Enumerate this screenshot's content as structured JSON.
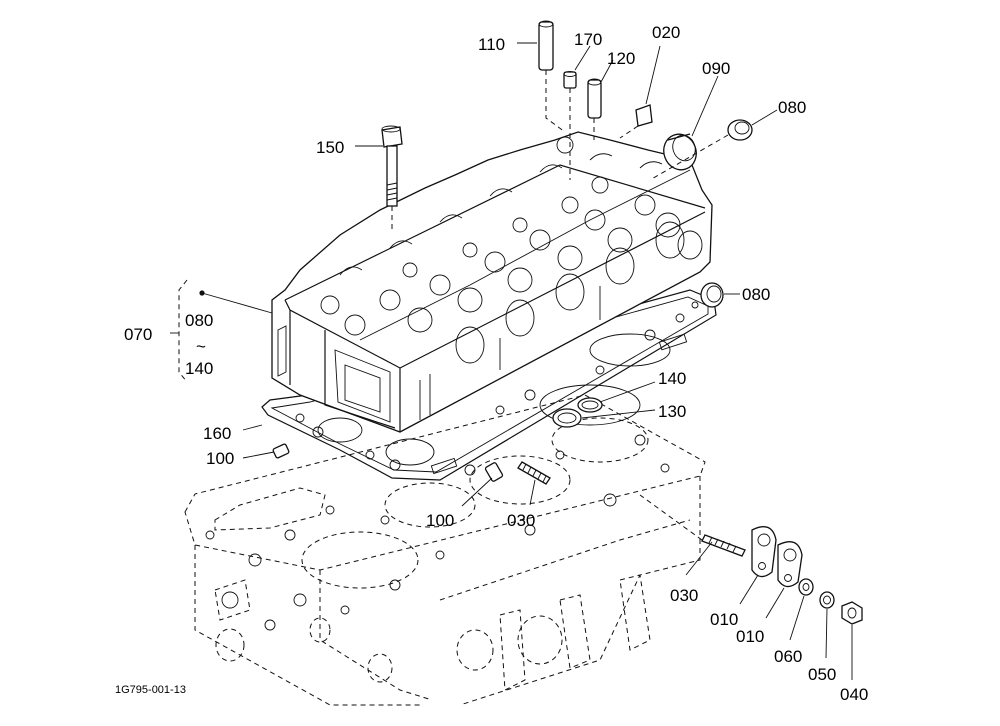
{
  "labels": {
    "p110": "110",
    "p170": "170",
    "p120": "120",
    "p020": "020",
    "p090": "090",
    "p080_top": "080",
    "p150": "150",
    "p080_right": "080",
    "p070": "070",
    "p080_group": "080",
    "p_tilde": "~",
    "p140_group": "140",
    "p140": "140",
    "p130": "130",
    "p160": "160",
    "p100_left": "100",
    "p100_mid": "100",
    "p030_mid": "030",
    "p030_low": "030",
    "p010_a": "010",
    "p010_b": "010",
    "p060": "060",
    "p050": "050",
    "p040": "040"
  },
  "footer": {
    "drawing_code": "1G795-001-13"
  }
}
